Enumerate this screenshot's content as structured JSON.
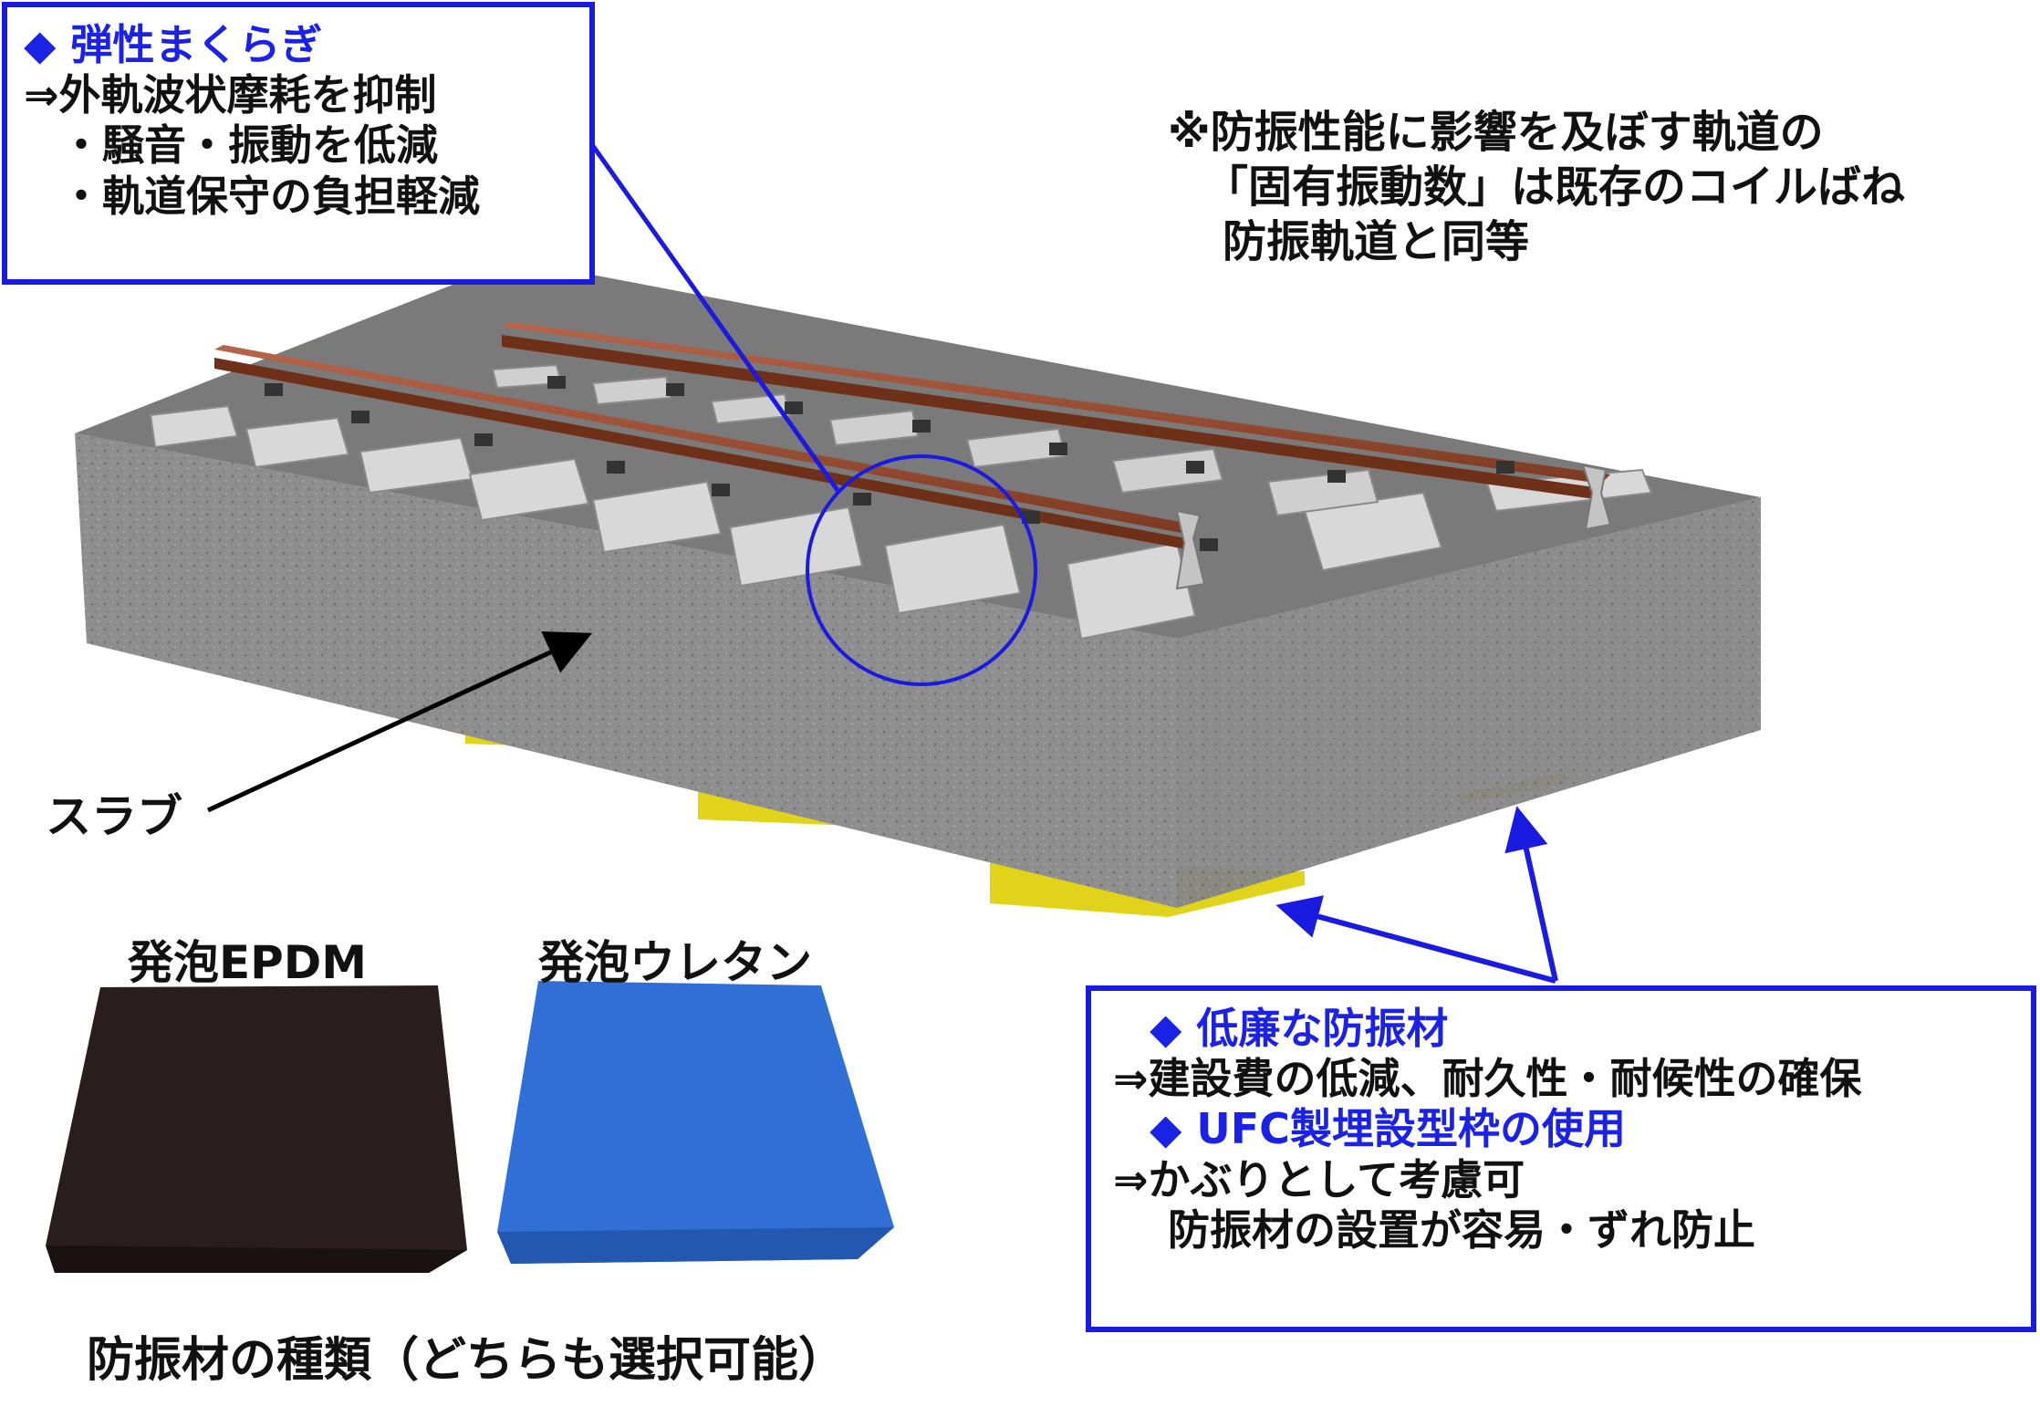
{
  "top_left_box": {
    "heading_mark": "◆",
    "heading": "弾性まくらぎ",
    "lines": [
      "⇒外軌波状摩耗を抑制",
      "・騒音・振動を低減",
      "・軌道保守の負担軽減"
    ]
  },
  "note": {
    "lines": [
      "※防振性能に影響を及ぼす軌道の",
      "「固有振動数」は既存のコイルばね",
      "防振軌道と同等"
    ]
  },
  "slab_label": "スラブ",
  "materials": {
    "epdm_label": "発泡EPDM",
    "urethane_label": "発泡ウレタン",
    "caption": "防振材の種類（どちらも選択可能）",
    "epdm_color": "#2a1d1e",
    "urethane_color": "#2f6fd6"
  },
  "bottom_right_box": {
    "heading1_mark": "◆",
    "heading1": "低廉な防振材",
    "line1": "⇒建設費の低減、耐久性・耐候性の確保",
    "heading2_mark": "◆",
    "heading2": "UFC製埋設型枠の使用",
    "line2": "⇒かぶりとして考慮可",
    "line3": "防振材の設置が容易・ずれ防止"
  },
  "colors": {
    "accent_blue": "#1a1ae0",
    "rail": "#9a4a2c",
    "concrete": "#8c8c8c",
    "pad_yellow": "#e8e020"
  }
}
